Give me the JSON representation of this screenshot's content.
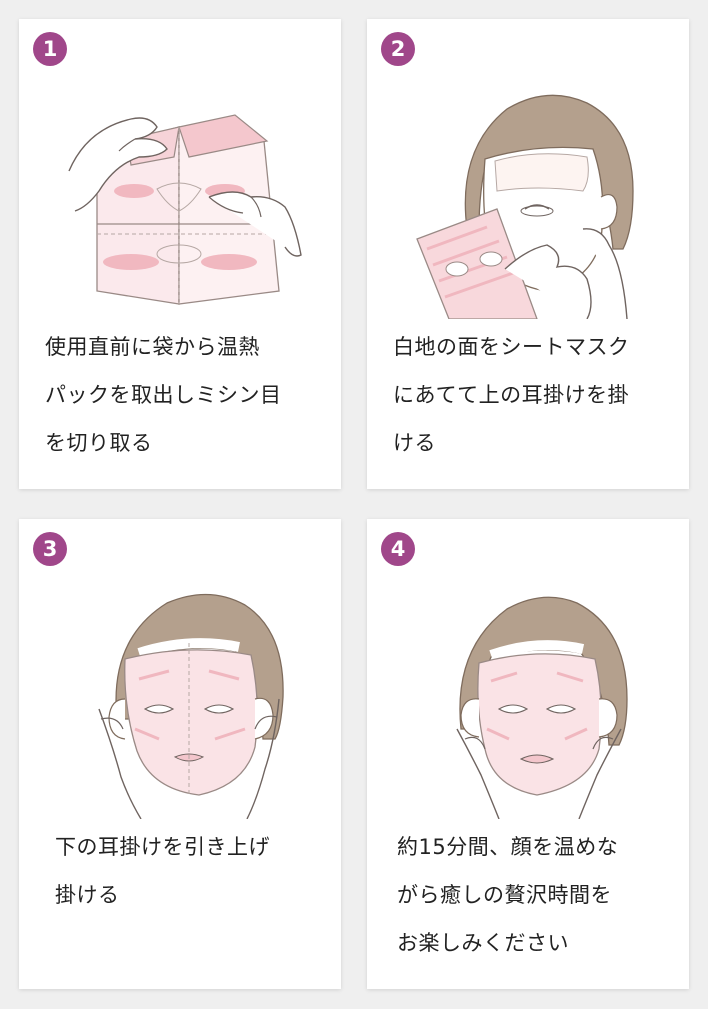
{
  "accent_color": "#a0478a",
  "steps": [
    {
      "number": "1",
      "illustration": "hands-tearing-mask-pack",
      "lines": [
        "使用直前に袋から温熱",
        "パックを取出しミシン目",
        "を切り取る"
      ]
    },
    {
      "number": "2",
      "illustration": "woman-applying-sheet-mask",
      "lines": [
        "白地の面をシートマスク",
        "にあてて上の耳掛けを掛",
        "ける"
      ]
    },
    {
      "number": "3",
      "illustration": "woman-hooking-lower-ear-loops",
      "lines": [
        "下の耳掛けを引き上げ",
        "掛ける"
      ]
    },
    {
      "number": "4",
      "illustration": "woman-relaxing-with-mask",
      "lines": [
        "約15分間、顔を温めな",
        "がら癒しの贅沢時間を",
        "お楽しみください"
      ]
    }
  ]
}
